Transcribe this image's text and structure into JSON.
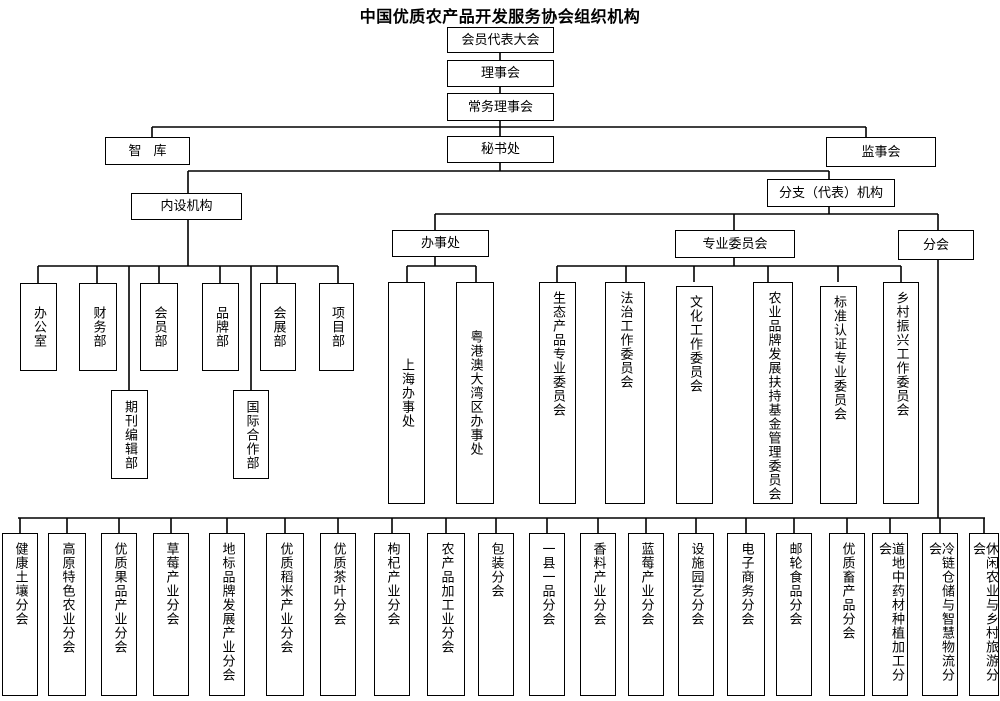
{
  "title": "中国优质农产品开发服务协会组织机构",
  "top": {
    "congress": "会员代表大会",
    "board": "理事会",
    "standing_board": "常务理事会",
    "think_tank": "智库",
    "secretariat": "秘书处",
    "supervisory": "监事会"
  },
  "internal": {
    "label": "内设机构",
    "departments": [
      "办公室",
      "财务部",
      "会员部",
      "品牌部",
      "会展部",
      "项目部"
    ],
    "sub_departments": [
      "期刊编辑部",
      "国际合作部"
    ]
  },
  "branch_orgs": {
    "label": "分支（代表）机构",
    "office_group": {
      "label": "办事处",
      "items": [
        "上海办事处",
        "粤港澳大湾区办事处"
      ]
    },
    "committee_group": {
      "label": "专业委员会",
      "items": [
        "生态产品专业委员会",
        "法治工作委员会",
        "文化工作委员会",
        "农业品牌发展扶持基金管理委员会",
        "标准认证专业委员会",
        "乡村振兴工作委员会"
      ]
    },
    "branch_group": {
      "label": "分会",
      "items": [
        "健康土壤分会",
        "高原特色农业分会",
        "优质果品产业分会",
        "草莓产业分会",
        "地标品牌发展产业分会",
        "优质稻米产业分会",
        "优质茶叶分会",
        "枸杞产业分会",
        "农产品加工业分会",
        "包装分会",
        "一县一品分会",
        "香料产业分会",
        "蓝莓产业分会",
        "设施园艺分会",
        "电子商务分会",
        "邮轮食品分会",
        "优质畜产品分会",
        "道地中药材种植加工分会",
        "冷链仓储与智慧物流分会",
        "休闲农业与乡村旅游分会"
      ]
    }
  }
}
